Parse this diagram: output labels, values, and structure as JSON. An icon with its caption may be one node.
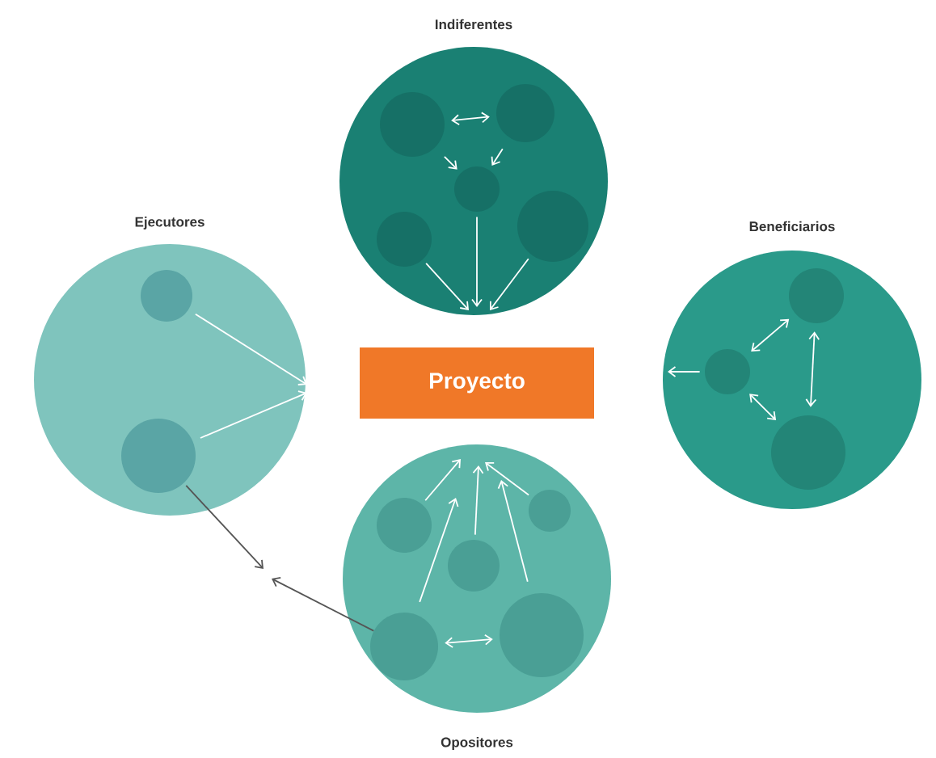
{
  "diagram": {
    "nodes": [
      {
        "text": [
          "Indiferentes"
        ]
      },
      {
        "text": [],
        "shape": "circle",
        "in": 0
      },
      {
        "text": [],
        "shape": "circle",
        "in": 0
      },
      {
        "text": [],
        "shape": "circle",
        "in": 0
      },
      {
        "text": [],
        "shape": "circle",
        "in": 0
      },
      {
        "text": [],
        "shape": "circle",
        "in": 0
      },
      {
        "text": [
          "Ejecutores"
        ]
      },
      {
        "text": [],
        "shape": "circle",
        "in": 6
      },
      {
        "text": [],
        "shape": "circle",
        "in": 6
      },
      {
        "text": [
          "Proyecto"
        ]
      },
      {
        "text": [
          "Beneficiarios"
        ]
      },
      {
        "text": [],
        "shape": "circle",
        "in": 10
      },
      {
        "text": [],
        "shape": "circle",
        "in": 10
      },
      {
        "text": [],
        "shape": "circle",
        "in": 10
      },
      {
        "text": [
          "Opositores"
        ]
      },
      {
        "text": [],
        "shape": "circle",
        "in": 14
      },
      {
        "text": [],
        "shape": "circle",
        "in": 14
      },
      {
        "text": [],
        "shape": "circle",
        "in": 14
      },
      {
        "text": [],
        "shape": "circle",
        "in": 14
      },
      {
        "text": [],
        "shape": "circle",
        "in": 14
      }
    ],
    "edges": [
      {
        "from": 1,
        "to": 2,
        "arrow": "both"
      },
      {
        "from": 1,
        "to": 3,
        "arrow": "to"
      },
      {
        "from": 2,
        "to": 3,
        "arrow": "to"
      },
      {
        "from": 3,
        "to": null,
        "arrow": "to"
      },
      {
        "from": 4,
        "to": null,
        "arrow": "to"
      },
      {
        "from": 5,
        "to": null,
        "arrow": "to"
      },
      {
        "from": 7,
        "to": null,
        "arrow": "to"
      },
      {
        "from": 8,
        "to": null,
        "arrow": "to"
      },
      {
        "from": 8,
        "to": null,
        "arrow": "to",
        "color": "#555555"
      },
      {
        "from": 12,
        "to": 11,
        "arrow": "both"
      },
      {
        "from": 11,
        "to": 13,
        "arrow": "both"
      },
      {
        "from": 12,
        "to": 13,
        "arrow": "both"
      },
      {
        "from": 12,
        "to": null,
        "arrow": "to"
      },
      {
        "from": 15,
        "to": null,
        "arrow": "to"
      },
      {
        "from": 17,
        "to": null,
        "arrow": "to"
      },
      {
        "from": 16,
        "to": null,
        "arrow": "to"
      },
      {
        "from": 18,
        "to": null,
        "arrow": "to"
      },
      {
        "from": 19,
        "to": null,
        "arrow": "to"
      },
      {
        "from": 18,
        "to": 19,
        "arrow": "both"
      },
      {
        "from": 18,
        "to": null,
        "arrow": "to",
        "color": "#555555"
      }
    ]
  }
}
